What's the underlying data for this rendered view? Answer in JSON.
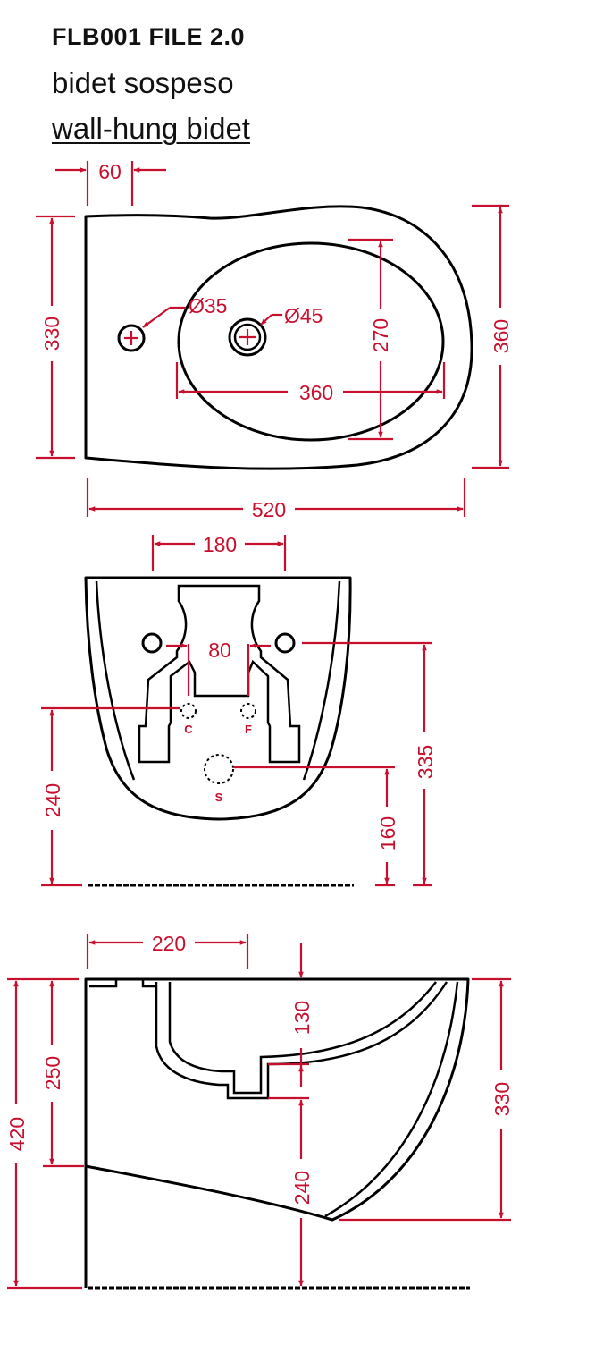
{
  "header": {
    "code": "FLB001 FILE 2.0",
    "italian": "bidet sospeso",
    "english": "wall-hung bidet"
  },
  "colors": {
    "dimension": "#c8102e",
    "outline": "#000000"
  },
  "top_view": {
    "d_offset": "60",
    "d_depth_left": "330",
    "d_depth_right": "360",
    "d_length": "520",
    "d_bowl_depth": "270",
    "d_bowl_length": "360",
    "hole_small": "Ø35",
    "hole_large": "Ø45"
  },
  "back_view": {
    "d_bracket_spacing": "180",
    "d_supply_spacing": "80",
    "d_fix_height": "335",
    "d_supply_height": "240",
    "d_waste_height": "160",
    "label_cold": "C",
    "label_hot": "F",
    "label_waste": "S"
  },
  "side_view": {
    "d_waste_offset": "220",
    "d_top_height": "420",
    "d_front_height": "250",
    "d_rim_to_waste": "130",
    "d_waste_to_floor": "240",
    "d_total_depth": "330"
  }
}
